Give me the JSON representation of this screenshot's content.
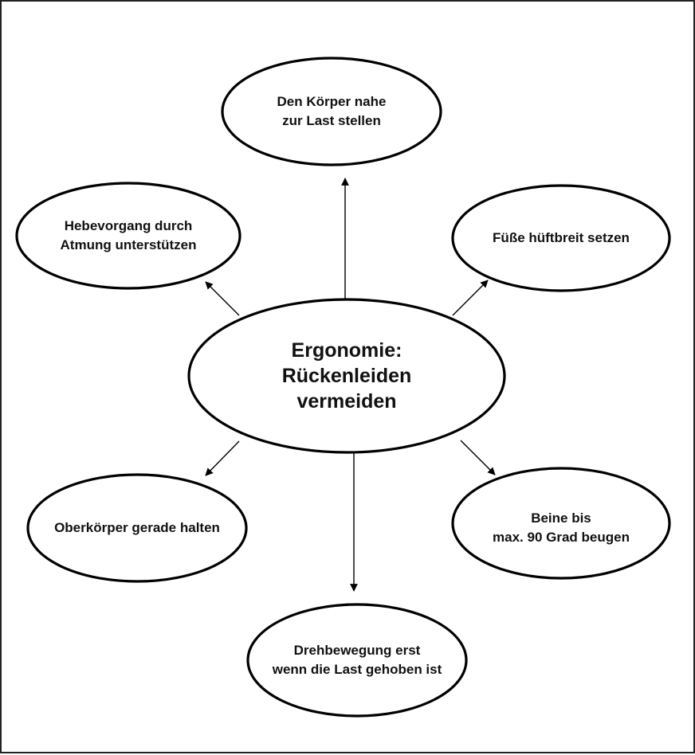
{
  "center": {
    "title": "Ergonomie:\nRückenleiden\nvermeiden"
  },
  "nodes": [
    {
      "id": "top",
      "text": "Den Körper nahe\nzur Last stellen"
    },
    {
      "id": "upper-left",
      "text": "Hebevorgang durch\nAtmung unterstützen"
    },
    {
      "id": "upper-right",
      "text": "Füße hüftbreit setzen"
    },
    {
      "id": "lower-left",
      "text": "Oberkörper gerade halten"
    },
    {
      "id": "lower-right",
      "text": "Beine bis\nmax. 90 Grad beugen"
    },
    {
      "id": "bottom",
      "text": "Drehbewegung erst\nwenn die Last gehoben ist"
    }
  ]
}
